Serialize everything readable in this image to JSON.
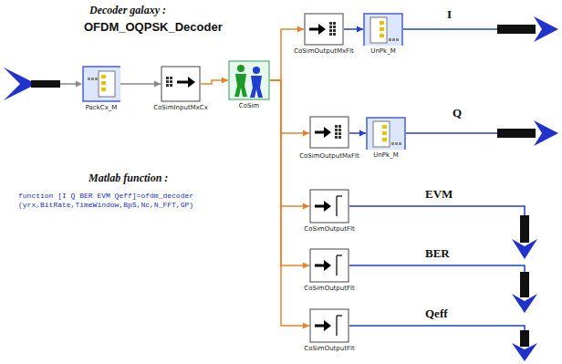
{
  "diagram": {
    "title": "Decoder galaxy :",
    "nodes": [
      {
        "text": [
          "PackCx_M"
        ]
      },
      {
        "text": [
          "CoSimInputMxCx"
        ]
      },
      {
        "text": [
          "CoSim"
        ]
      },
      {
        "text": [
          "CoSimOutputMxFlt"
        ]
      },
      {
        "text": [
          "UnPk_M"
        ]
      },
      {
        "text": [
          "CoSimOutputMxFlt"
        ]
      },
      {
        "text": [
          "UnPk_M"
        ]
      },
      {
        "text": [
          "CoSimOutputFlt"
        ]
      },
      {
        "text": [
          "CoSimOutputFlt"
        ]
      },
      {
        "text": [
          "CoSimOutputFlt"
        ]
      }
    ],
    "edges": [
      {
        "from": 0,
        "to": 1,
        "arrow": "to"
      },
      {
        "from": 1,
        "to": 2,
        "arrow": "to"
      },
      {
        "from": 2,
        "to": 3,
        "arrow": "to"
      },
      {
        "from": 2,
        "to": 5,
        "arrow": "to"
      },
      {
        "from": 2,
        "to": 7,
        "arrow": "to"
      },
      {
        "from": 2,
        "to": 8,
        "arrow": "to"
      },
      {
        "from": 2,
        "to": 9,
        "arrow": "to"
      },
      {
        "from": 3,
        "to": 4,
        "arrow": "to"
      },
      {
        "from": 5,
        "to": 6,
        "arrow": "to"
      }
    ],
    "labels": [
      "OFDM_OQPSK_Decoder",
      "Matlab function :",
      "function [I Q BER EVM Qeff]=ofdm_decoder (yrx,BitRate,TimeWindow,BpS,Nc,N_FFT,GP)",
      "I",
      "Q",
      "EVM",
      "BER",
      "Qeff"
    ]
  }
}
